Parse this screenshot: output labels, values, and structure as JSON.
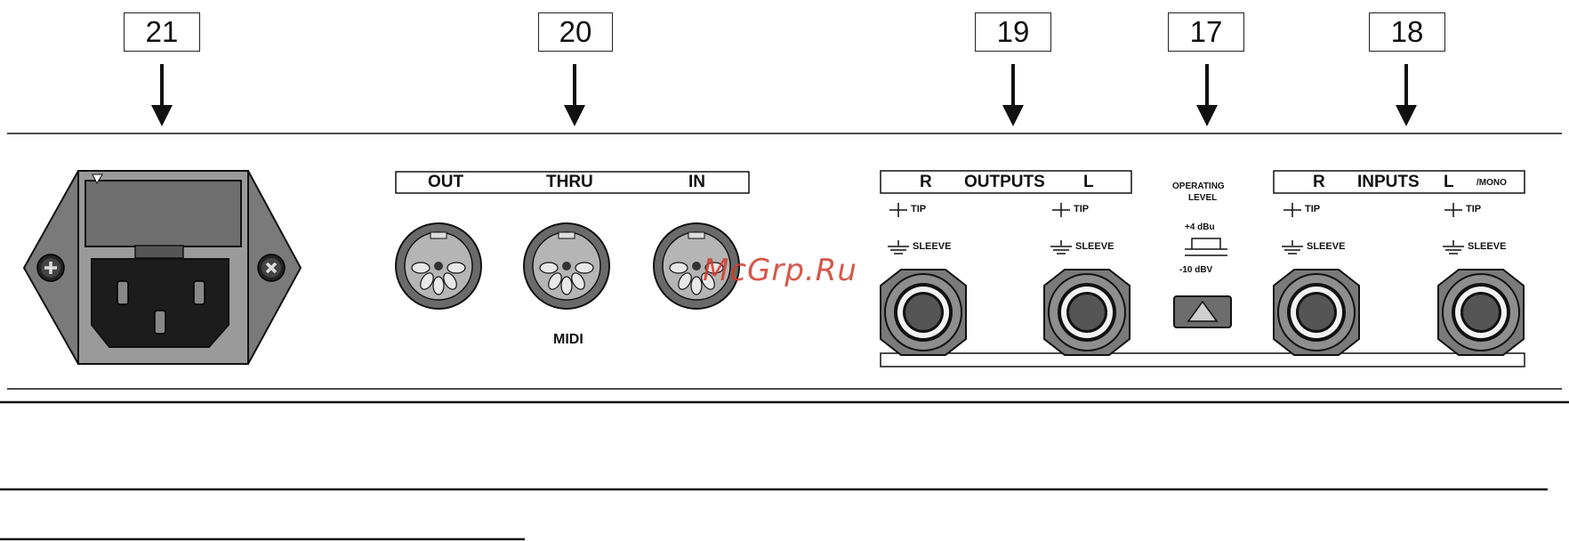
{
  "callouts": [
    "21",
    "20",
    "19",
    "17",
    "18"
  ],
  "midi": {
    "labels": [
      "OUT",
      "THRU",
      "IN"
    ],
    "caption": "MIDI"
  },
  "outputs": {
    "r": "R",
    "title": "OUTPUTS",
    "l": "L"
  },
  "inputs": {
    "r": "R",
    "title": "INPUTS",
    "l": "L",
    "suffix": "/MONO"
  },
  "jack_labels": {
    "tip": "TIP",
    "sleeve": "SLEEVE"
  },
  "operating_level": {
    "title_line1": "OPERATING",
    "title_line2": "LEVEL",
    "high": "+4 dBu",
    "low": "-10 dBV"
  },
  "watermark": "McGrp.Ru"
}
